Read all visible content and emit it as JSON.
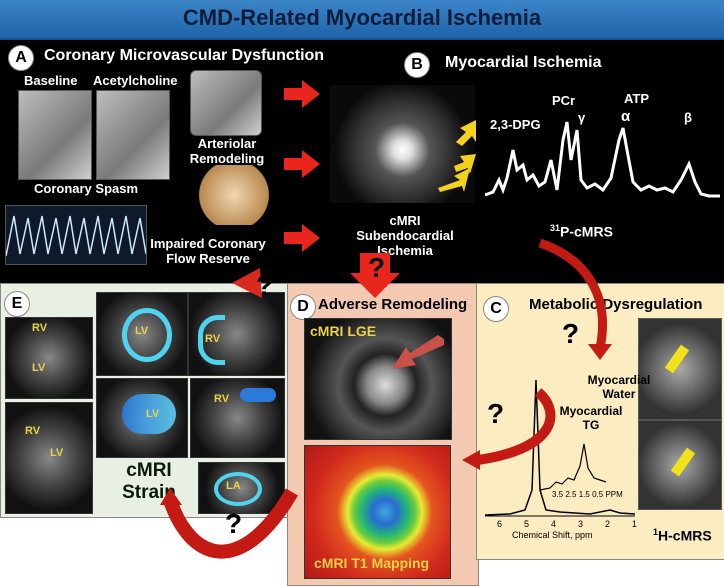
{
  "title": "CMD-Related Myocardial Ischemia",
  "panel_a": {
    "badge": "A",
    "heading": "Coronary Microvascular Dysfunction",
    "baseline": "Baseline",
    "acetylcholine": "Acetylcholine",
    "coronary_spasm": "Coronary Spasm",
    "arteriolar_line1": "Arteriolar",
    "arteriolar_line2": "Remodeling",
    "cfr_line1": "Impaired Coronary",
    "cfr_line2": "Flow Reserve"
  },
  "panel_b": {
    "badge": "B",
    "heading": "Myocardial Ischemia",
    "cmri_line1": "cMRI Subendocardial",
    "cmri_line2": "Ischemia",
    "peaks": [
      "2,3-DPG",
      "PCr",
      "γ",
      "ATP",
      "α",
      "β"
    ],
    "spectrum_sup": "31",
    "spectrum_label": "P-cMRS"
  },
  "panel_c": {
    "badge": "C",
    "heading": "Metabolic Dysregulation",
    "water_line1": "Myocardial",
    "water_line2": "Water",
    "tg_line1": "Myocardial",
    "tg_line2": "TG",
    "inset_ticks": [
      "3.5",
      "2.5",
      "1.5",
      "0.5",
      "PPM"
    ],
    "axis_ticks": [
      "6",
      "5",
      "4",
      "3",
      "2",
      "1"
    ],
    "axis_label": "Chemical Shift, ppm",
    "spectrum_sup": "1",
    "spectrum_label": "H-cMRS"
  },
  "panel_d": {
    "badge": "D",
    "heading": "Adverse Remodeling",
    "lge": "cMRI LGE",
    "t1": "cMRI T1 Mapping"
  },
  "panel_e": {
    "badge": "E",
    "labels": [
      "RV",
      "LV",
      "RV",
      "LV",
      "LV",
      "RV",
      "LV",
      "RV",
      "LA"
    ],
    "strain_line1": "cMRI",
    "strain_line2": "Strain"
  },
  "question": "?",
  "colors": {
    "arrow_red": "#e8261c",
    "title_blue": "#2e78bf",
    "cyan": "#4fd4f0"
  }
}
